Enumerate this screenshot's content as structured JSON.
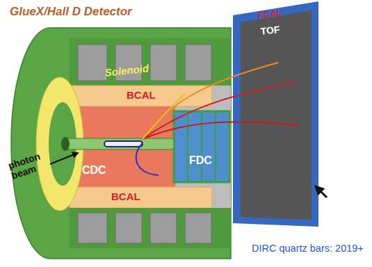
{
  "diagram": {
    "title": "GlueX/Hall D Detector",
    "labels": [
      "Solenoid",
      "BCAL",
      "CDC",
      "FDC",
      "BCAL",
      "FCAL",
      "TOF",
      "photon beam",
      "DIRC quartz bars: 2019+"
    ]
  }
}
